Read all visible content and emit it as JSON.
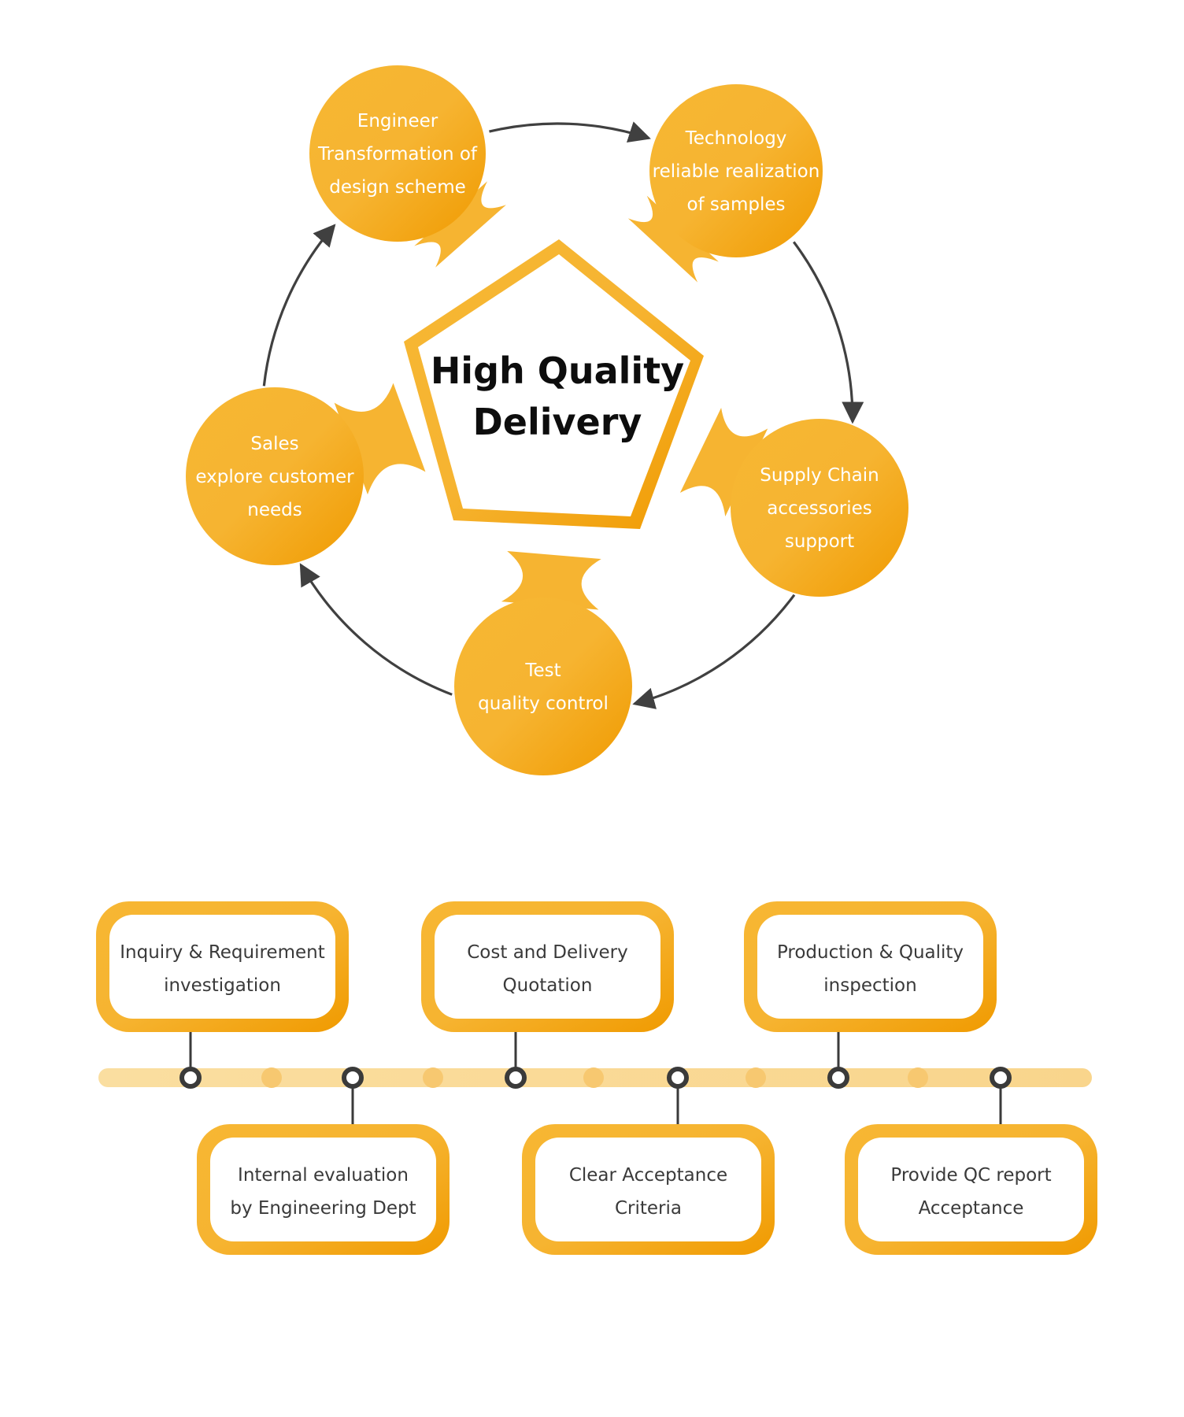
{
  "colors": {
    "orange_light": "#f7b733",
    "orange_dark": "#f09c00",
    "arrow": "#404040",
    "track": "#fadea0",
    "track_dot": "#f7c870",
    "node_ring": "#3a3a3a",
    "step_text": "#3a3a3a"
  },
  "cycle": {
    "center_title": [
      "High Quality",
      "Delivery"
    ],
    "stages": [
      {
        "id": "engineer",
        "lines": [
          "Engineer",
          "Transformation of",
          "design scheme"
        ]
      },
      {
        "id": "technology",
        "lines": [
          "Technology",
          "reliable realization",
          "of samples"
        ]
      },
      {
        "id": "supply-chain",
        "lines": [
          "Supply Chain",
          "accessories",
          "support"
        ]
      },
      {
        "id": "test",
        "lines": [
          "Test",
          "quality control"
        ]
      },
      {
        "id": "sales",
        "lines": [
          "Sales",
          "explore customer",
          "needs"
        ]
      }
    ],
    "flow_direction": "clockwise"
  },
  "timeline": {
    "steps": [
      {
        "order": 1,
        "position": "top",
        "lines": [
          "Inquiry & Requirement",
          "investigation"
        ]
      },
      {
        "order": 2,
        "position": "bottom",
        "lines": [
          "Internal evaluation",
          "by Engineering Dept"
        ]
      },
      {
        "order": 3,
        "position": "top",
        "lines": [
          "Cost and Delivery",
          "Quotation"
        ]
      },
      {
        "order": 4,
        "position": "bottom",
        "lines": [
          "Clear Acceptance",
          "Criteria"
        ]
      },
      {
        "order": 5,
        "position": "top",
        "lines": [
          "Production & Quality",
          "inspection"
        ]
      },
      {
        "order": 6,
        "position": "bottom",
        "lines": [
          "Provide QC report",
          "Acceptance"
        ]
      }
    ]
  }
}
